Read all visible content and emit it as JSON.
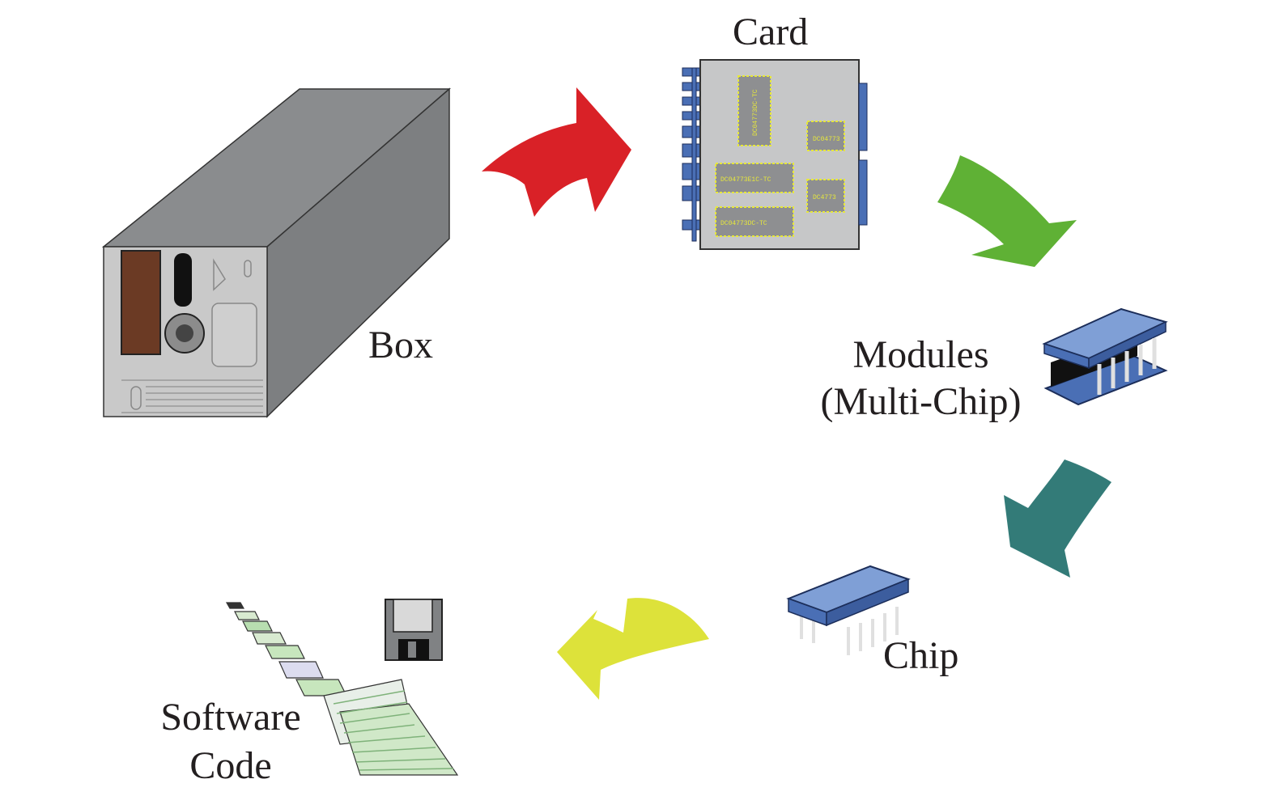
{
  "labels": {
    "box": "Box",
    "card": "Card",
    "modules_line1": "Modules",
    "modules_line2": "(Multi-Chip)",
    "chip": "Chip",
    "software_line1": "Software",
    "software_line2": "Code"
  },
  "card_chip_text": [
    "DC04773DC-TC",
    "DC04773",
    "DC04773E1C-TC",
    "DC4773",
    "DC04773DC-TC"
  ],
  "colors": {
    "arrow_box_to_card": "#d92127",
    "arrow_card_to_modules": "#5fb135",
    "arrow_modules_to_chip": "#337b78",
    "arrow_chip_to_software": "#dde23a",
    "box_body": "#808284",
    "box_front": "#c9c9c9",
    "card_board": "#c6c7c8",
    "connector_blue": "#4a6fb5",
    "chip_blue": "#7f9fd6"
  }
}
